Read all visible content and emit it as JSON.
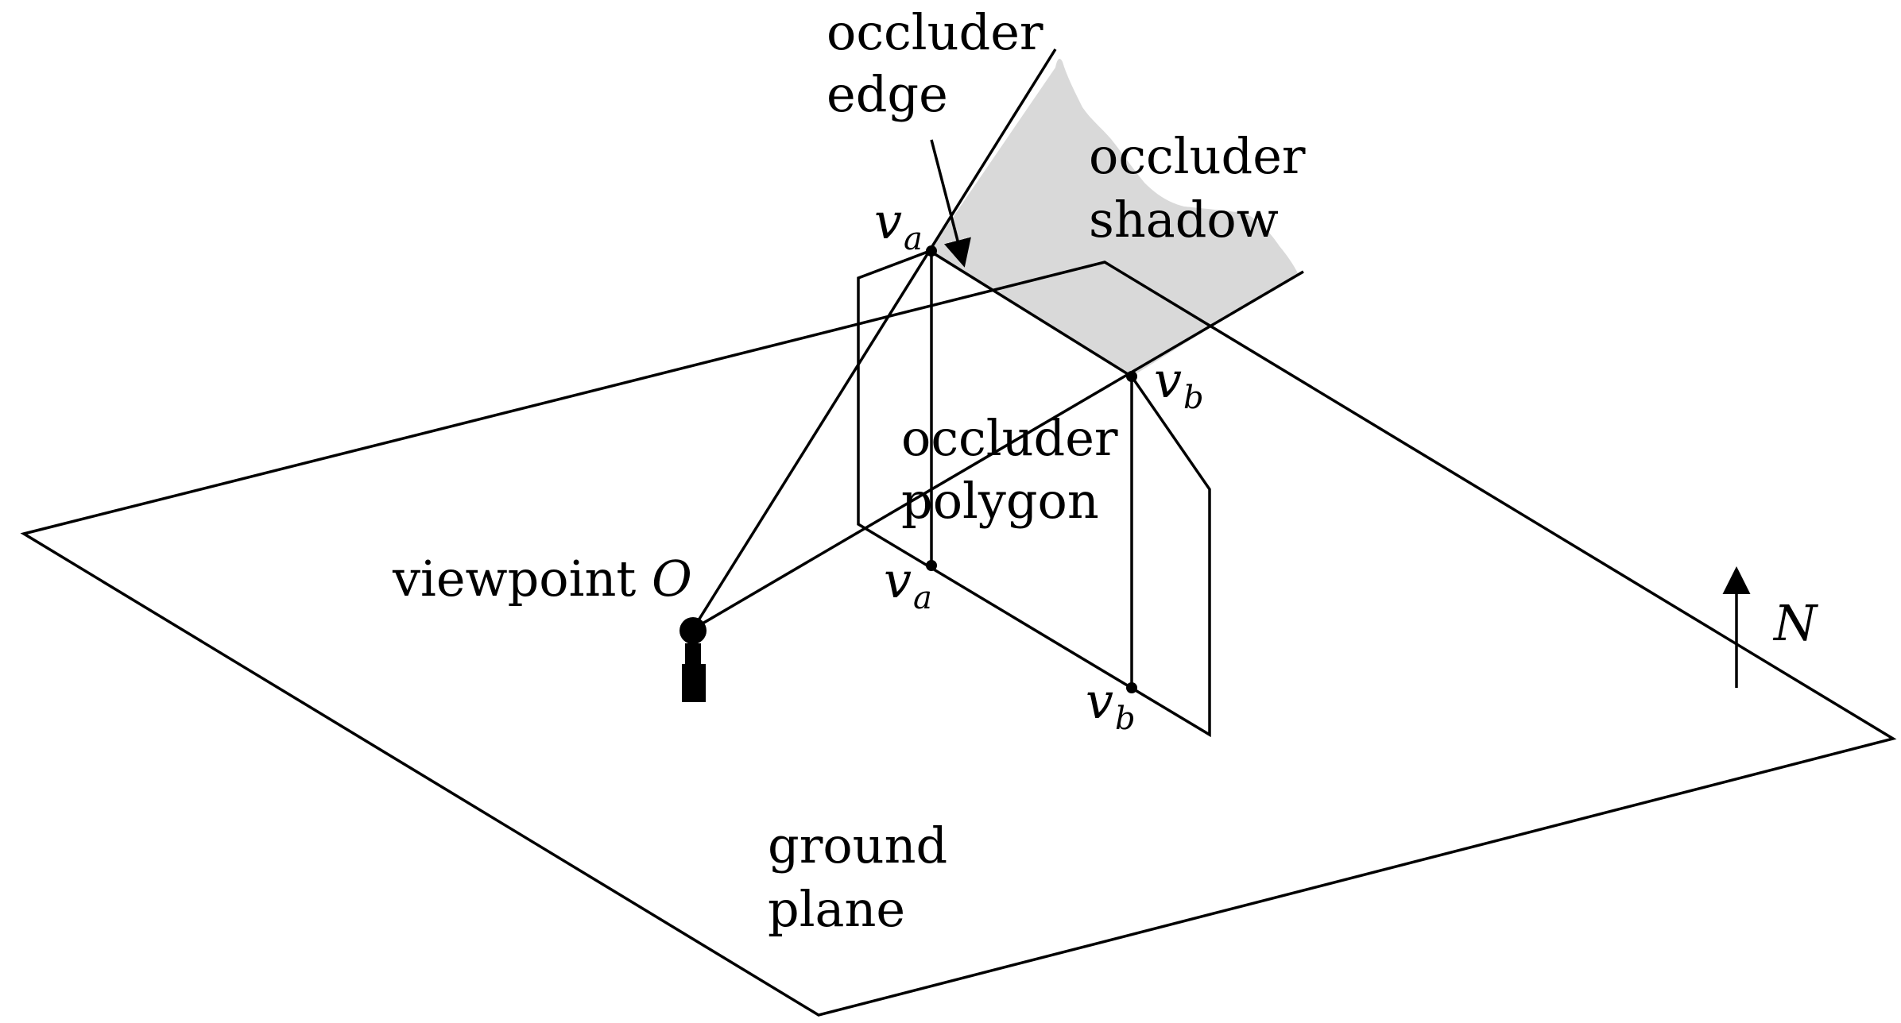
{
  "labels": {
    "occluder_edge_line1": "occluder",
    "occluder_edge_line2": "edge",
    "occluder_shadow_line1": "occluder",
    "occluder_shadow_line2": "shadow",
    "occluder_polygon_line1": "occluder",
    "occluder_polygon_line2": "polygon",
    "viewpoint": "viewpoint ",
    "viewpoint_symbol": "O",
    "ground_plane_line1": "ground",
    "ground_plane_line2": "plane",
    "north": "N",
    "vertex_symbol": "v",
    "vertex_a_subscript": "a",
    "vertex_b_subscript": "b"
  },
  "colors": {
    "stroke": "#000000",
    "shadow_fill": "#d9d9d9",
    "background": "#ffffff"
  }
}
